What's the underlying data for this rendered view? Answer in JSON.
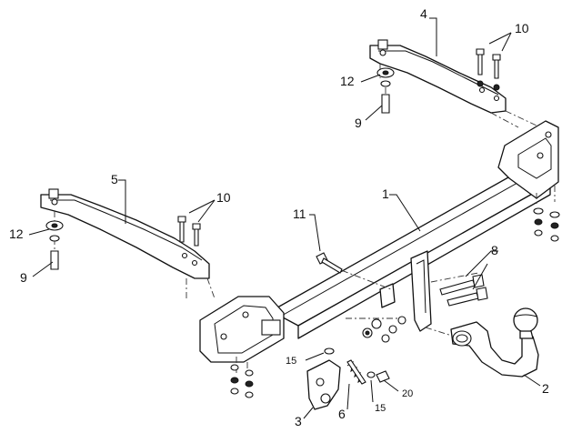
{
  "callouts": {
    "c1": "1",
    "c2": "2",
    "c3": "3",
    "c4": "4",
    "c5": "5",
    "c6": "6",
    "c8": "8",
    "c9_right": "9",
    "c9_left": "9",
    "c10_right": "10",
    "c10_left": "10",
    "c11": "11",
    "c12_right": "12",
    "c12_left": "12",
    "c15_left": "15",
    "c15_right": "15",
    "c20": "20"
  }
}
